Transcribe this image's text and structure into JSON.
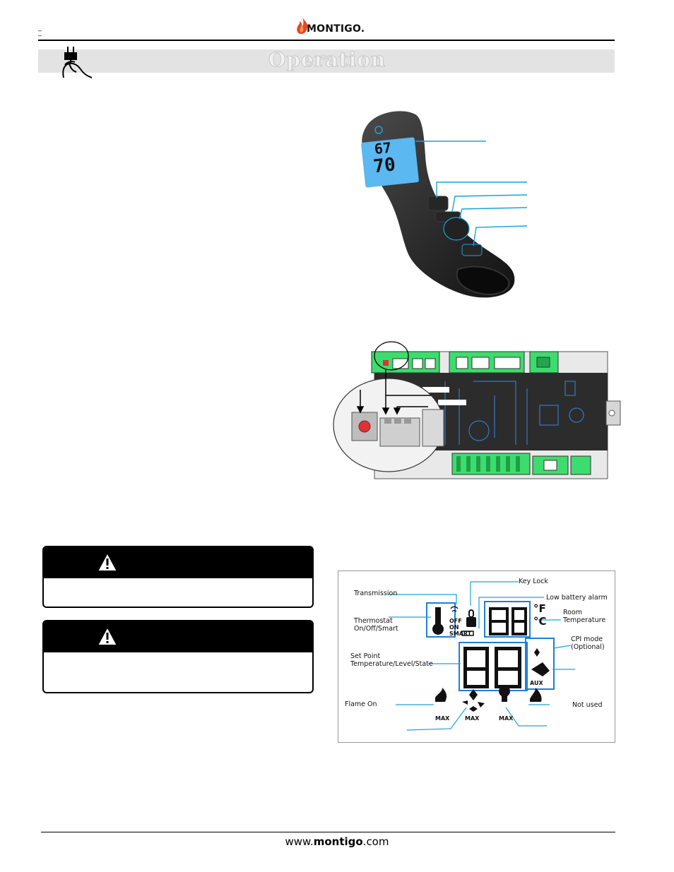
{
  "header": {
    "page_mark": "–\n–",
    "brand": "MONTIGO."
  },
  "section": {
    "title": "Operation"
  },
  "lcd_labels": {
    "key_lock": "Key Lock",
    "transmission": "Transmission",
    "low_battery": "Low battery alarm",
    "thermostat": "Thermostat\nOn/Off/Smart",
    "room_temp": "Room\nTemperature",
    "cpi_mode": "CPI mode\n(Optional)",
    "set_point": "Set Point\nTemperature/Level/State",
    "flame_on": "Flame On",
    "not_used": "Not used",
    "off": "OFF",
    "on": "ON",
    "smart": "SMART",
    "deg_f": "°F",
    "deg_c": "°C",
    "aux": "AUX",
    "max": "MAX"
  },
  "remote_display": {
    "top_reading": "67",
    "main_reading": "70"
  },
  "footer": {
    "url_prefix": "www.",
    "url_brand": "montigo",
    "url_suffix": ".com"
  },
  "colors": {
    "accent_blue": "#1aa3d9",
    "board_green": "#3ddc6e",
    "lcd_blue": "#1e7fd6",
    "brand_flame": "#e8452a"
  }
}
